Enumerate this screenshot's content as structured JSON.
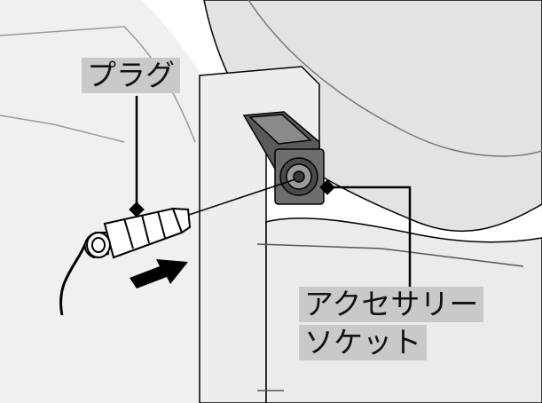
{
  "callouts": {
    "plug": "プラグ",
    "socket_line1": "アクセサリー",
    "socket_line2": "ソケット"
  },
  "colors": {
    "background": "#ffffff",
    "panel": "#e6e6e6",
    "label_background": "#c9c9c9",
    "outline": "#000000"
  }
}
